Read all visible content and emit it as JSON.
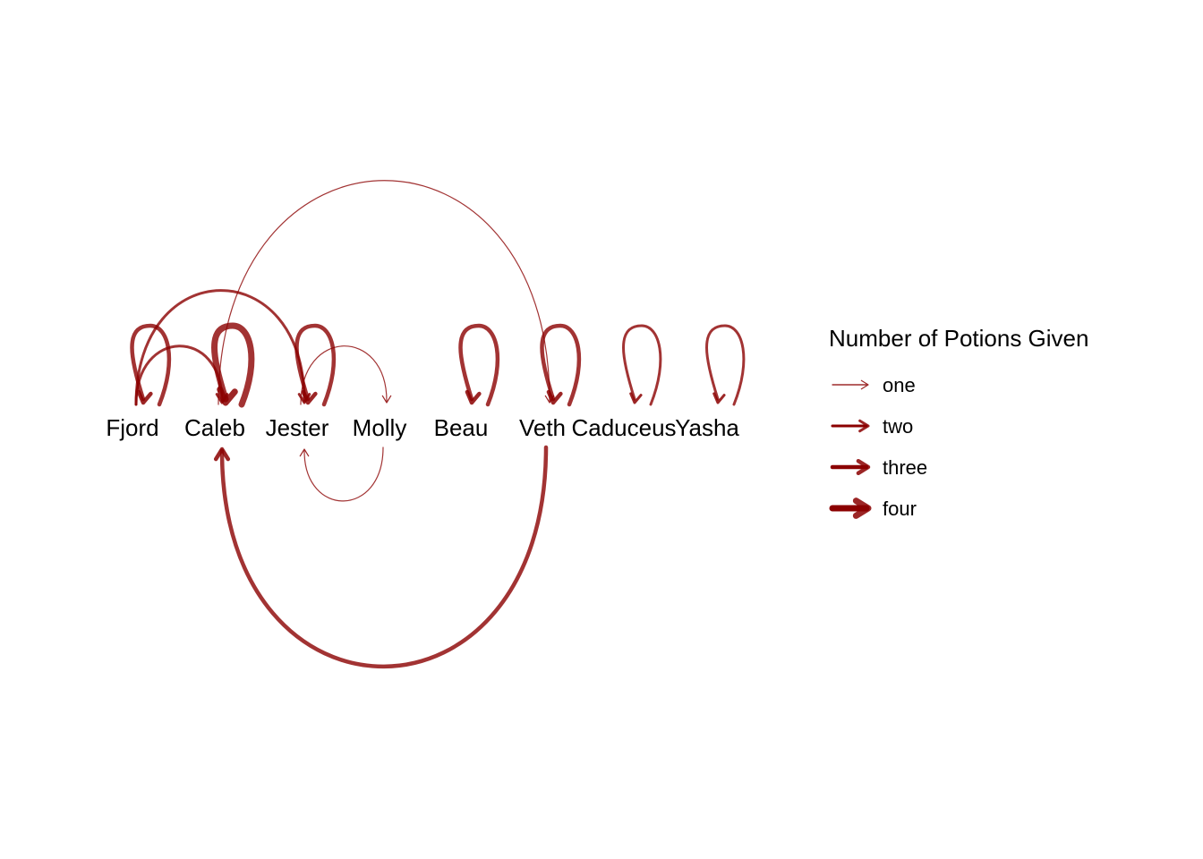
{
  "diagram": {
    "edge_color": "#8b0000",
    "nodes": [
      {
        "id": "fjord",
        "label": "Fjord"
      },
      {
        "id": "caleb",
        "label": "Caleb"
      },
      {
        "id": "jester",
        "label": "Jester"
      },
      {
        "id": "molly",
        "label": "Molly"
      },
      {
        "id": "beau",
        "label": "Beau"
      },
      {
        "id": "veth",
        "label": "Veth"
      },
      {
        "id": "caduceus",
        "label": "Caduceus"
      },
      {
        "id": "yasha",
        "label": "Yasha"
      }
    ],
    "edges": [
      {
        "from": "fjord",
        "to": "fjord",
        "potions": 3
      },
      {
        "from": "fjord",
        "to": "caleb",
        "potions": 2
      },
      {
        "from": "fjord",
        "to": "jester",
        "potions": 2
      },
      {
        "from": "caleb",
        "to": "caleb",
        "potions": 4
      },
      {
        "from": "caleb",
        "to": "veth",
        "potions": 1
      },
      {
        "from": "jester",
        "to": "jester",
        "potions": 3
      },
      {
        "from": "jester",
        "to": "molly",
        "potions": 1
      },
      {
        "from": "molly",
        "to": "jester",
        "potions": 1
      },
      {
        "from": "beau",
        "to": "beau",
        "potions": 3
      },
      {
        "from": "veth",
        "to": "veth",
        "potions": 3
      },
      {
        "from": "veth",
        "to": "caleb",
        "potions": 3
      },
      {
        "from": "caduceus",
        "to": "caduceus",
        "potions": 2
      },
      {
        "from": "yasha",
        "to": "yasha",
        "potions": 2
      }
    ]
  },
  "legend": {
    "title": "Number of Potions Given",
    "items": [
      {
        "label": "one",
        "potions": 1
      },
      {
        "label": "two",
        "potions": 2
      },
      {
        "label": "three",
        "potions": 3
      },
      {
        "label": "four",
        "potions": 4
      }
    ]
  }
}
